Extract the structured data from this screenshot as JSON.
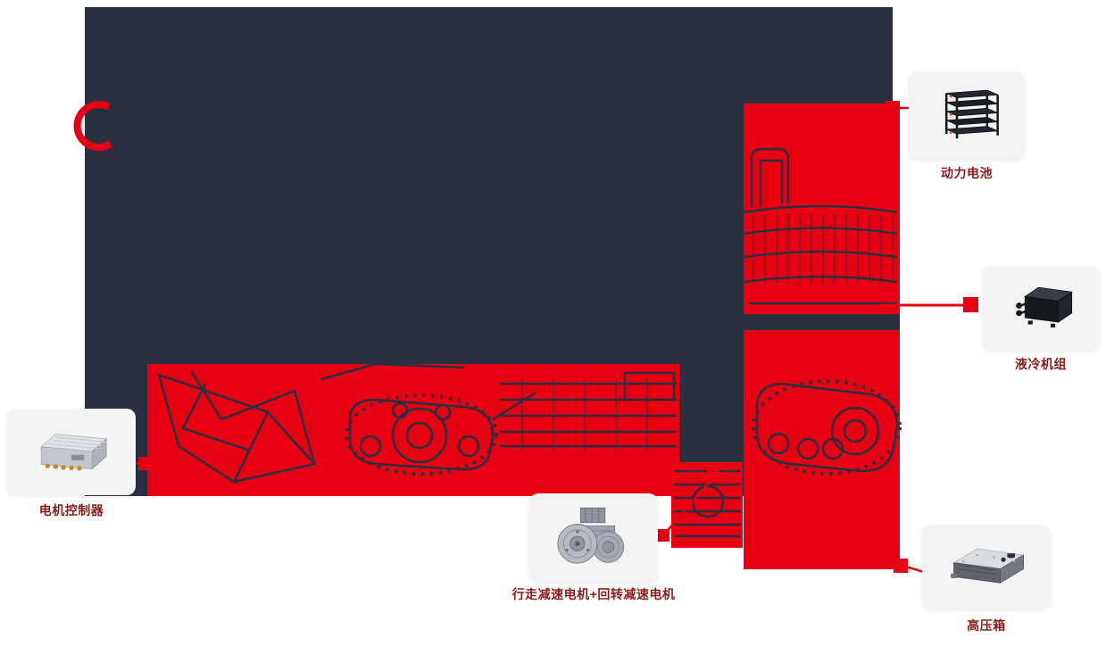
{
  "diagram": {
    "colors": {
      "machine_dark": "#2a3040",
      "accent_red": "#e60012",
      "label_color": "#8b1a1a",
      "card_background": "#f4f4f4",
      "page_background": "#ffffff"
    },
    "components": [
      {
        "id": "power-battery",
        "label": "动力电池",
        "icon": "battery-rack-image"
      },
      {
        "id": "liquid-cooling-unit",
        "label": "液冷机组",
        "icon": "cooling-unit-image"
      },
      {
        "id": "motor-controller",
        "label": "电机控制器",
        "icon": "motor-controller-image"
      },
      {
        "id": "travel-slewing-motors",
        "label": "行走减速电机+回转减速电机",
        "icon": "gear-motors-image"
      },
      {
        "id": "high-voltage-box",
        "label": "高压箱",
        "icon": "hv-box-image"
      }
    ]
  }
}
